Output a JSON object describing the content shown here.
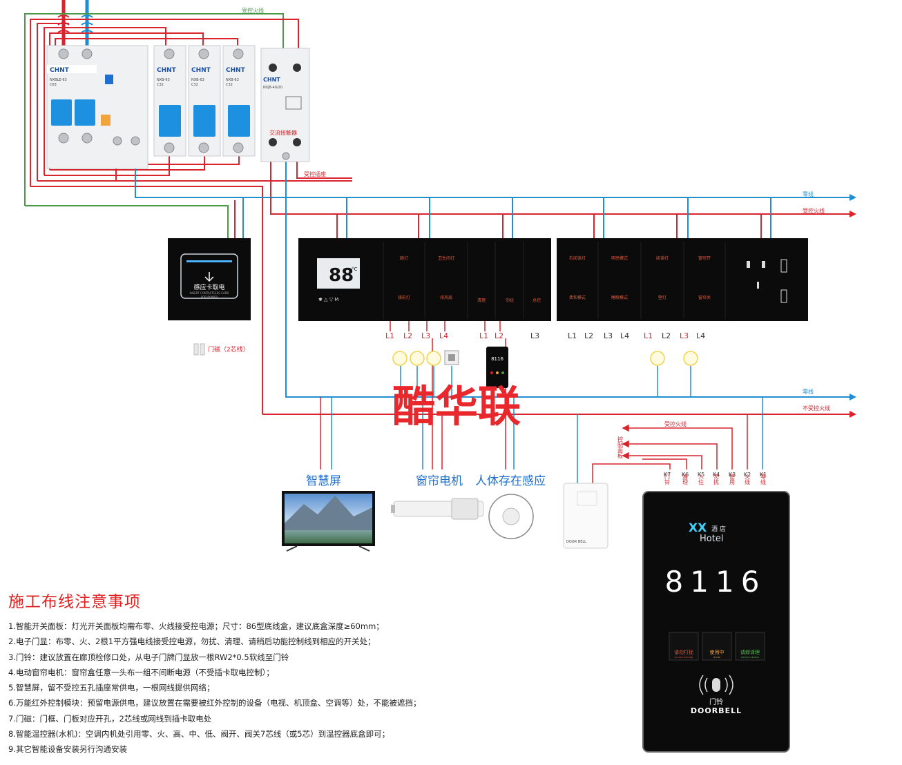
{
  "colors": {
    "live": "#d9232d",
    "neutral": "#1e8ed0",
    "ground": "#4a9a4a",
    "panel": "#0b0b0b"
  },
  "top_labels": {
    "controlled_live": "受控火线",
    "controlled_socket": "受控插座"
  },
  "breakers": {
    "brand": "CHNT",
    "main_model": "NXBLE-63",
    "main_rating": "C63",
    "branch_model": "NXB-63",
    "branch_rating": "C32"
  },
  "contactor": {
    "model": "NXJ8-40/20",
    "label": "交流接触器"
  },
  "bus_labels": {
    "neutral_1": "零线",
    "controlled_live_1": "受控火线",
    "neutral_2": "零线",
    "uncontrolled_live": "不受控火线"
  },
  "card_switch": {
    "title": "感应卡取电",
    "subtitle": "INSERT CONTACTLESS CARD",
    "power": "FOR POWER"
  },
  "door_sensor_label": "门磁（2芯线）",
  "thermostat": {
    "display": "88",
    "unit": "°C"
  },
  "panel1_keys": [
    {
      "top": "廊灯",
      "bottom": "镜前灯"
    },
    {
      "top": "卫生间灯",
      "bottom": "排风扇"
    },
    {
      "top": "",
      "bottom": "清理"
    },
    {
      "top": "",
      "bottom": "勿扰"
    },
    {
      "top": "",
      "bottom": "总控"
    }
  ],
  "panel2_keys": [
    {
      "top": "右阅读灯",
      "bottom": "柔和模式"
    },
    {
      "top": "明亮模式",
      "bottom": "睡眠模式"
    },
    {
      "top": "阅读灯",
      "bottom": "壁灯"
    },
    {
      "top": "窗帘开",
      "bottom": "窗帘关"
    }
  ],
  "line_labels_1": [
    "L1",
    "L2",
    "L3",
    "L4",
    "L1",
    "L2",
    "L3"
  ],
  "line_labels_2": [
    "L1",
    "L2",
    "L3",
    "L4",
    "L1",
    "L2",
    "L3",
    "L4"
  ],
  "mini_display": "8116",
  "watermark": "酷华联",
  "appliances": {
    "tv": "智慧屏",
    "curtain": "窗帘电机",
    "presence": "人体存在感应",
    "bell_text": "DOOR BELL"
  },
  "control_panel_label": "控制面板",
  "k_terminals": [
    "K7",
    "K6",
    "K5",
    "K4",
    "K3",
    "K2",
    "K1"
  ],
  "k_labels": [
    "门铃",
    "清理",
    "入住",
    "勿扰",
    "使用",
    "火线",
    "零线"
  ],
  "doorplate": {
    "hotel_xx": "XX",
    "hotel_cn": "酒 店",
    "hotel_en": "Hotel",
    "room": "8116",
    "btn1": "请勿打扰",
    "btn1_en": "DO NOT DISTURB",
    "btn2": "使用中",
    "btn2_en": "IN USE",
    "btn3": "请即清理",
    "btn3_en": "PLEASE CLEANUP",
    "bell_cn": "门铃",
    "bell_en": "DOORBELL"
  },
  "notes_title": "施工布线注意事项",
  "notes": [
    "1.智能开关面板：灯光开关面板均需布零、火线接受控电源；尺寸：86型底线盒，建议底盒深度≥60mm；",
    "2.电子门显：布零、火、2根1平方强电线接受控电源，勿扰、清理、请稍后功能控制线到相应的开关处；",
    "3.门铃：建议放置在廊顶检修口处，从电子门牌门显放一根RW2*0.5软线至门铃",
    "4.电动窗帘电机：窗帘盒任意一头布一组不间断电源（不受插卡取电控制）；",
    "5.智慧屏，留不受控五孔插座常供电，一根网线提供网络；",
    "6.万能红外控制模块：预留电源供电，建议放置在需要被红外控制的设备（电视、机顶盒、空调等）处，不能被遮挡；",
    "7.门磁：门框、门板对应开孔，2芯线或网线到插卡取电处",
    "8.智能温控器(水机)：空调内机处引用零、火、高、中、低、阀开、阀关7芯线（或5芯）到温控器底盒即可；",
    "9.其它智能设备安装另行沟通安装"
  ]
}
